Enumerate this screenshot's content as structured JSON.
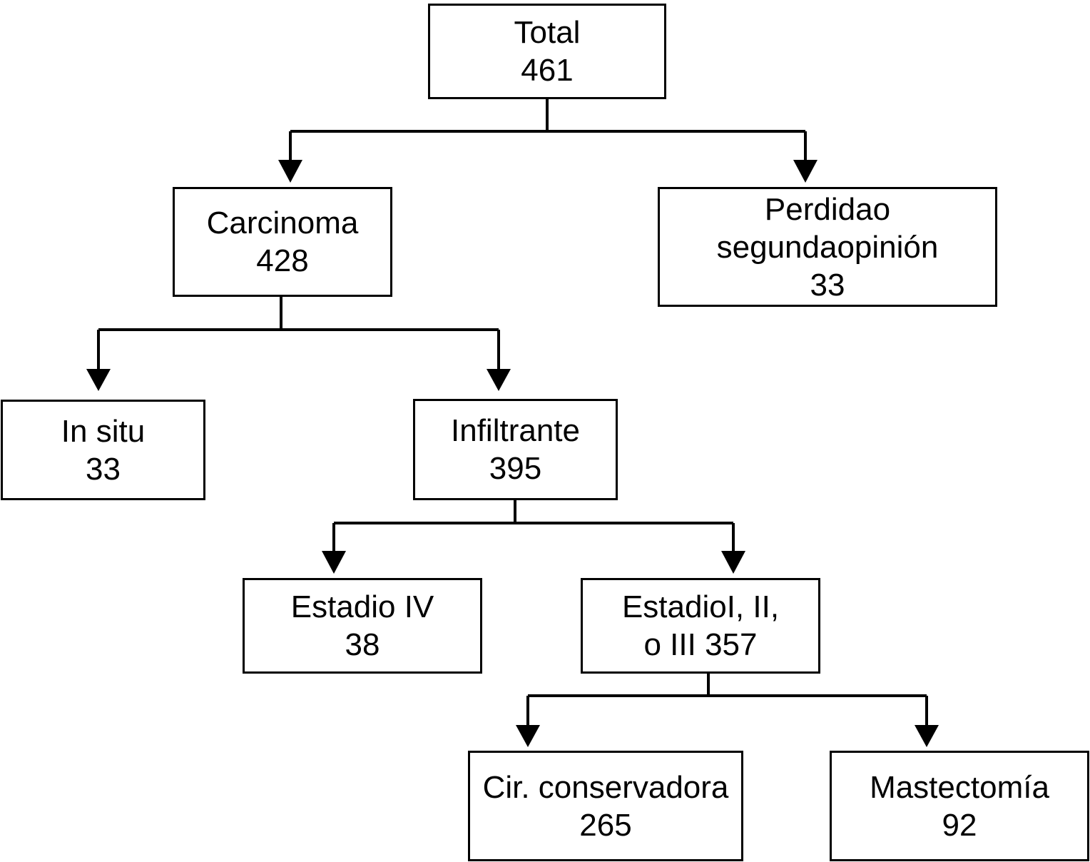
{
  "flowchart": {
    "total": {
      "label": "Total",
      "value": "461"
    },
    "carcinoma": {
      "label": "Carcinoma",
      "value": "428"
    },
    "lost": {
      "label_line1": "Perdidao",
      "label_line2": "segundaopinión",
      "value": "33"
    },
    "in_situ": {
      "label": "In situ",
      "value": "33"
    },
    "infiltrante": {
      "label": "Infiltrante",
      "value": "395"
    },
    "estadio_iv": {
      "label": "Estadio IV",
      "value": "38"
    },
    "estadio_i_iii": {
      "line1": "EstadioI, II,",
      "line2": "o III 357"
    },
    "conservadora": {
      "label": "Cir. conservadora",
      "value": "265"
    },
    "mastectomia": {
      "label": "Mastectomía",
      "value": "92"
    }
  },
  "colors": {
    "stroke": "#000000",
    "background": "#ffffff"
  }
}
